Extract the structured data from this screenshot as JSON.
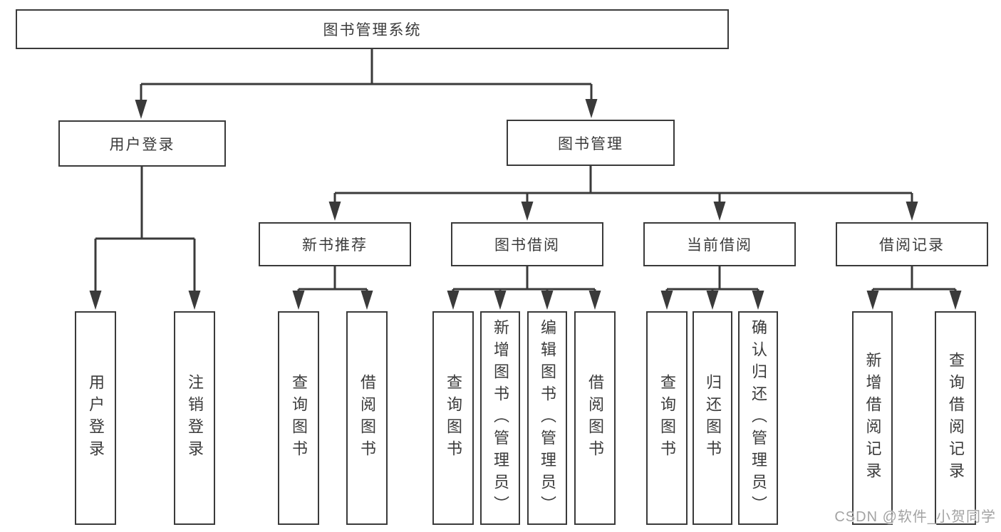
{
  "diagram": {
    "title": "图书管理系统",
    "nodes": {
      "root": "图书管理系统",
      "level2": [
        "用户登录",
        "图书管理"
      ],
      "level3": [
        "新书推荐",
        "图书借阅",
        "当前借阅",
        "借阅记录"
      ],
      "leaves_user_login": [
        "用户登录",
        "注销登录"
      ],
      "leaves_new_books": [
        "查询图书",
        "借阅图书"
      ],
      "leaves_book_borrow": [
        "查询图书",
        "新增图书（管理员）",
        "编辑图书（管理员）",
        "借阅图书"
      ],
      "leaves_current_borrow": [
        "查询图书",
        "归还图书",
        "确认归还（管理员）"
      ],
      "leaves_borrow_records": [
        "新增借阅记录",
        "查询借阅记录"
      ]
    },
    "colors": {
      "line": "#3a3a3a",
      "text": "#3b3b3b",
      "background": "#ffffff",
      "watermark": "#a3a3a3"
    }
  },
  "watermark": {
    "text": "CSDN @软件_小贺同学"
  }
}
